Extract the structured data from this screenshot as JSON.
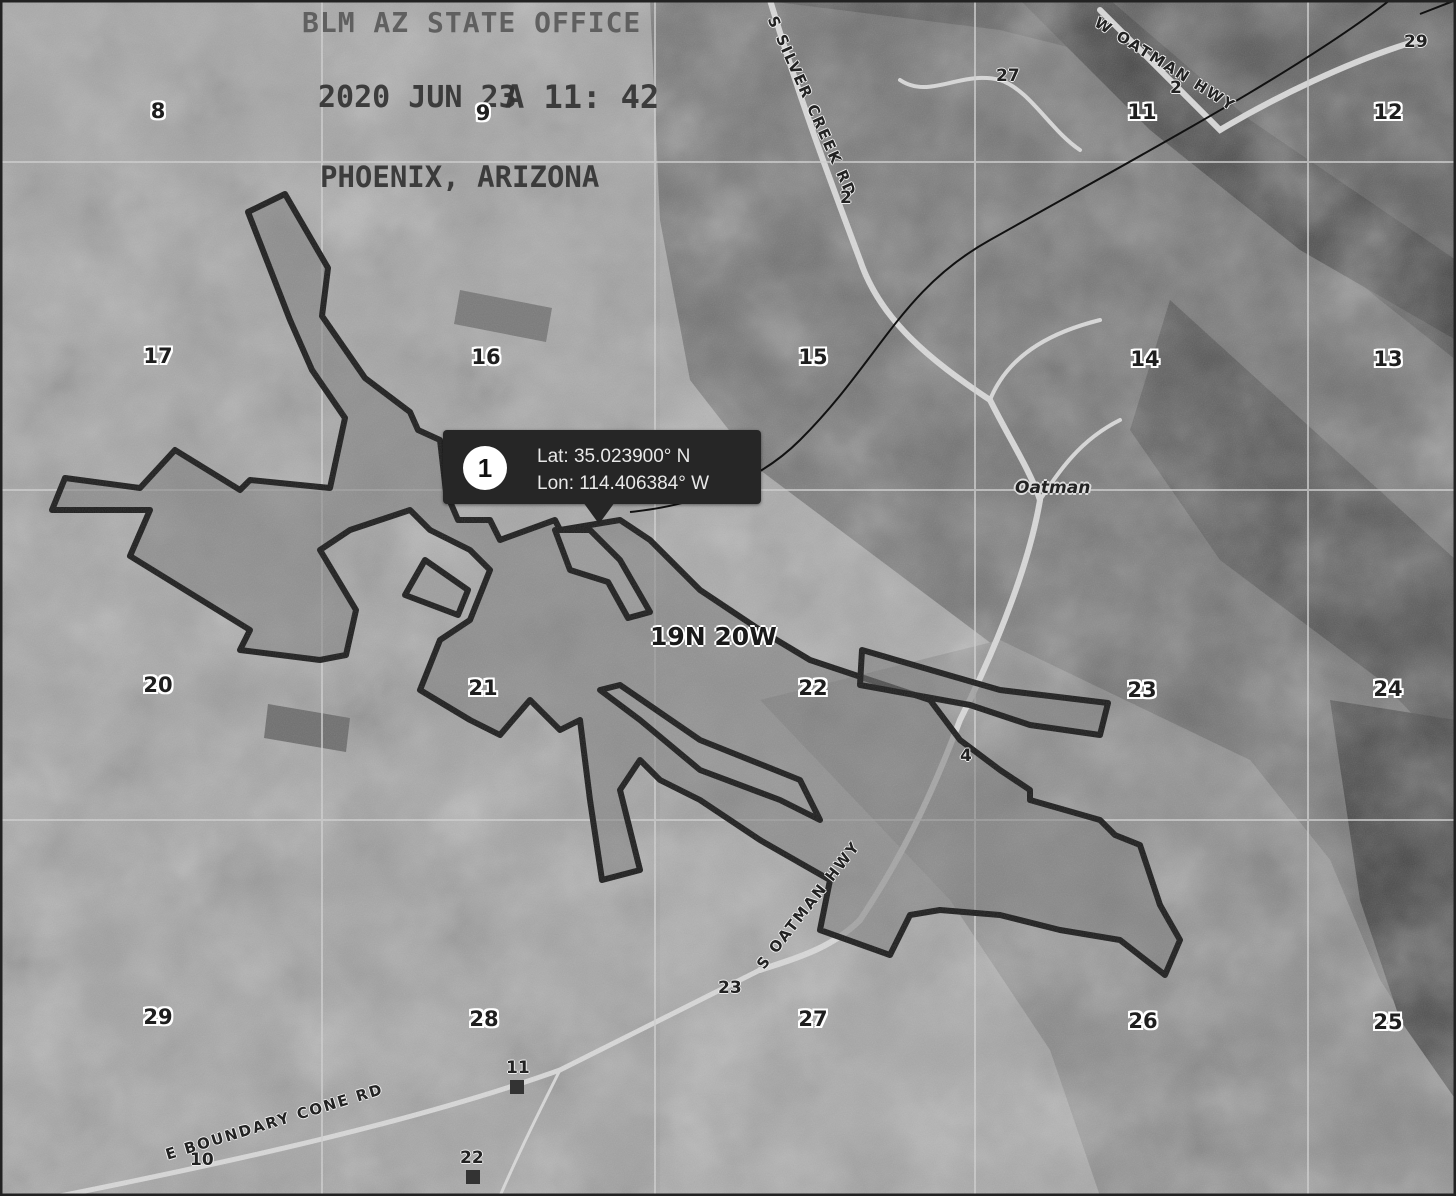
{
  "map": {
    "sections": [
      "8",
      "9",
      "11",
      "12",
      "17",
      "16",
      "15",
      "14",
      "13",
      "20",
      "21",
      "22",
      "23",
      "24",
      "29",
      "28",
      "27",
      "26",
      "25"
    ],
    "township": "19N 20W",
    "place": "Oatman",
    "roads": {
      "silver_creek": "S SILVER CREEK RD",
      "w_oatman": "W OATMAN HWY",
      "s_oatman": "S OATMAN HWY",
      "boundary_cone": "E BOUNDARY CONE RD"
    },
    "route_markers": [
      "27",
      "2",
      "2",
      "4",
      "23",
      "11",
      "22",
      "10",
      "29"
    ]
  },
  "stamp": {
    "office": "BLM AZ STATE OFFICE",
    "date": "2020 JUN 23",
    "time": "A 11: 42",
    "city": "PHOENIX, ARIZONA"
  },
  "callout": {
    "number": "1",
    "lat": "Lat: 35.023900° N",
    "lon": "Lon: 114.406384° W"
  },
  "colors": {
    "boundary": "#1c1c1c",
    "callout_bg": "#262626"
  }
}
